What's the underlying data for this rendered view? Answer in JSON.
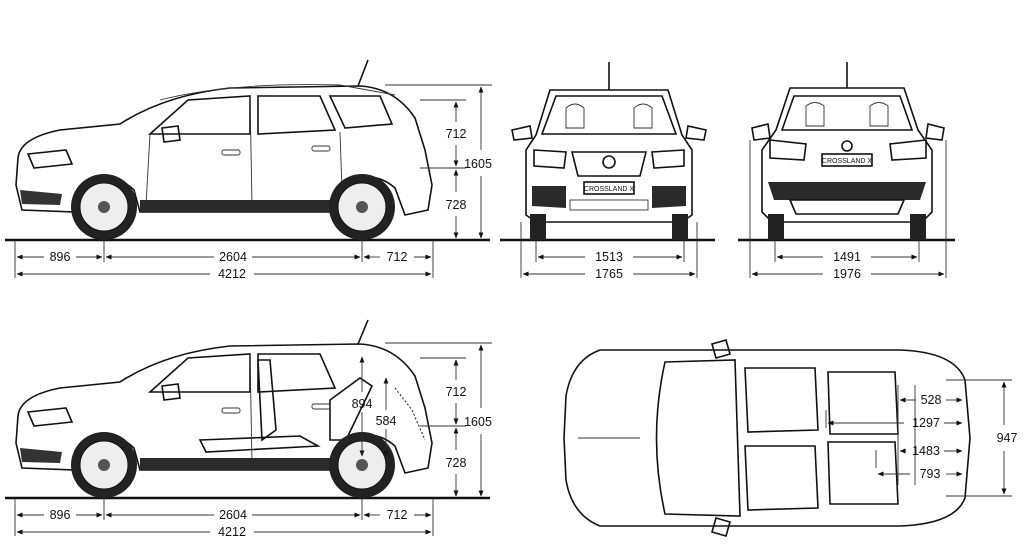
{
  "side_view_top": {
    "front_overhang": "896",
    "wheelbase": "2604",
    "rear_overhang": "712",
    "overall_length": "4212",
    "upper_height": "712",
    "lower_height": "728",
    "overall_height": "1605"
  },
  "front_view": {
    "plate": "CROSSLAND X",
    "track_front": "1513",
    "width": "1765"
  },
  "rear_view": {
    "plate": "CROSSLAND X",
    "track_rear": "1491",
    "width_with_mirrors": "1976"
  },
  "side_view_bottom": {
    "front_overhang": "896",
    "wheelbase": "2604",
    "rear_overhang": "712",
    "overall_length": "4212",
    "upper_height": "712",
    "lower_height": "728",
    "overall_height": "1605",
    "opening_height": "894",
    "sill_height": "584"
  },
  "top_view": {
    "dim_528": "528",
    "dim_1297": "1297",
    "dim_1483": "1483",
    "dim_793": "793",
    "dim_947": "947"
  },
  "colors": {
    "line": "#111111",
    "fill_light": "#f2f2f2",
    "fill_glass": "#d9d9d9",
    "fill_dark": "#555555"
  }
}
